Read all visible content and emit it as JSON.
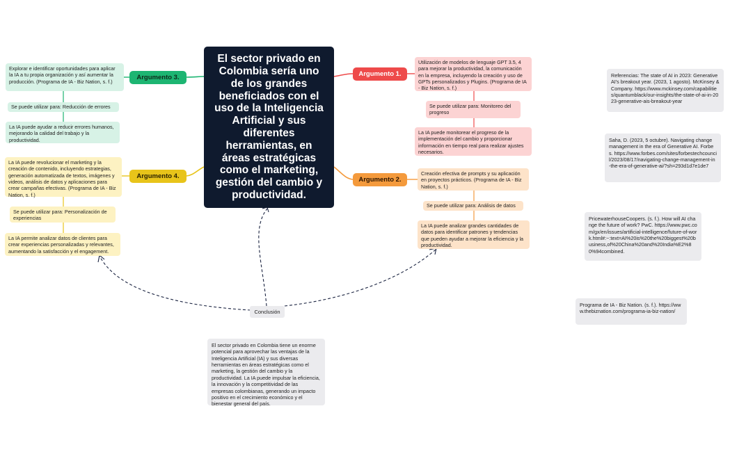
{
  "central": {
    "title": "El sector privado en Colombia sería uno de los grandes beneficiados con el uso de la Inteligencia Artificial y sus diferentes herramientas, en áreas estratégicas como el marketing, gestión del cambio y productividad."
  },
  "arg1": {
    "label": "Argumento 1.",
    "text": "Utilización de modelos de lenguaje GPT 3.5, 4 para mejorar la productividad, la comunicación en la empresa, incluyendo la creación y uso de GPTs personalizados y Plugins. (Programa de IA - Biz Nation, s. f.)",
    "use": "Se puede utilizar para: Monitoreo del progreso",
    "detail": "La IA puede monitorear el progreso de la implementación del cambio y proporcionar información en tiempo real para realizar ajustes necesarios."
  },
  "arg2": {
    "label": "Argumento 2.",
    "text": "Creación efectiva de prompts y su aplicación en proyectos prácticos. (Programa de IA - Biz Nation, s. f.)",
    "use": "Se puede utilizar para: Análisis de datos",
    "detail": "La IA puede analizar grandes cantidades de datos para identificar patrones y tendencias que pueden ayudar a mejorar la eficiencia y la productividad."
  },
  "arg3": {
    "label": "Argumento 3.",
    "text": "Explorar e identificar oportunidades para aplicar la IA a tu propia organización y así aumentar la producción.  (Programa de IA - Biz Nation, s. f.)",
    "use": "Se puede utilizar para: Reducción de errores",
    "detail": "La IA puede ayudar a reducir errores humanos, mejorando la calidad del trabajo y la productividad."
  },
  "arg4": {
    "label": "Argumento 4.",
    "text": "La IA puede revolucionar el marketing y la creación de contenido, incluyendo estrategias, generación automatizada de textos, imágenes y videos, análisis de datos y aplicaciones para crear campañas efectivas. (Programa de IA - Biz Nation, s. f.)",
    "use": "Se puede utilizar para: Personalización de experiencias",
    "detail": "La IA permite analizar datos de clientes para crear experiencias personalizadas y relevantes, aumentando la satisfacción y el engagement."
  },
  "conclusion": {
    "label": "Conclusión",
    "text": "El sector privado en Colombia tiene un enorme potencial para aprovechar las ventajas de la Inteligencia Artificial (IA) y sus diversas herramientas en áreas estratégicas como el marketing, la gestión del cambio y la productividad. La IA puede impulsar la eficiencia, la innovación y la competitividad de las empresas colombianas, generando un impacto positivo en el crecimiento económico y el bienestar general del país."
  },
  "references": [
    "Referencias: The state of AI in 2023: Generative AI's breakout year. (2023, 1 agosto). McKinsey & Company. https://www.mckinsey.com/capabilities/quantumblack/our-insights/the-state-of-ai-in-2023-generative-ais-breakout-year",
    "Saha, D. (2023, 5 octubre). Navigating change management in the era of Generative AI. Forbes. https://www.forbes.com/sites/forbestechcouncil/2023/08/17/navigating-change-management-in-the-era-of-generative-ai/?sh=293d1d7e1de7",
    "PricewaterhouseCoopers. (s. f.). How will AI change the future of work? PwC. https://www.pwc.com/gx/en/issues/artificial-intelligence/future-of-work.html#:~:text=AI%20is%20the%20biggest%20business,of%20China%20and%20India%E2%80%94combined.",
    "Programa de IA - Biz Nation. (s. f.). https://www.thebiznation.com/programa-ia-biz-nation/"
  ],
  "colors": {
    "central": "#0f1a2e",
    "green": "#1db572",
    "yellow": "#e8c41a",
    "red": "#ee4a4a",
    "orange": "#f49a3c"
  }
}
